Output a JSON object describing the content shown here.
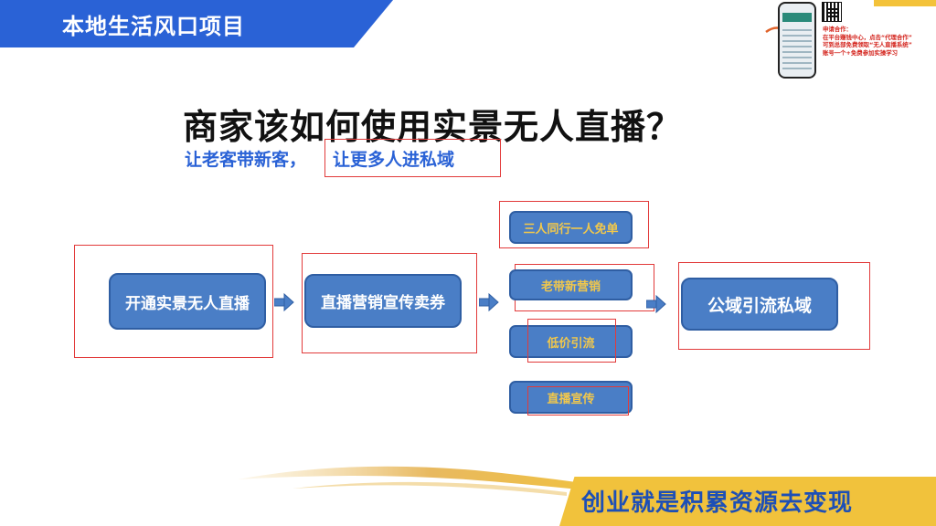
{
  "header": {
    "title": "本地生活风口项目"
  },
  "promo": {
    "lines": [
      "申请合作：",
      "在平台赚钱中心，点击“代理合作”",
      "可到总部免费领取“无人直播系统”",
      "账号一个+免费参加实操学习"
    ]
  },
  "slide": {
    "title": "商家该如何使用实景无人直播？",
    "subtitle_left": "让老客带新客，",
    "subtitle_right": "让更多人进私域"
  },
  "flow": {
    "step1": "开通实景无人直播",
    "step2": "直播营销宣传卖券",
    "tactics": [
      "三人同行一人免单",
      "老带新营销",
      "低价引流",
      "直播宣传"
    ],
    "final": "公域引流私域"
  },
  "footer": {
    "slogan": "创业就是积累资源去变现"
  },
  "colors": {
    "brand_blue": "#2a62d6",
    "box_blue": "#4a7ec6",
    "highlight_red": "#e23a3a",
    "label_gold": "#f2c84b",
    "footer_gold": "#f1c23c"
  }
}
